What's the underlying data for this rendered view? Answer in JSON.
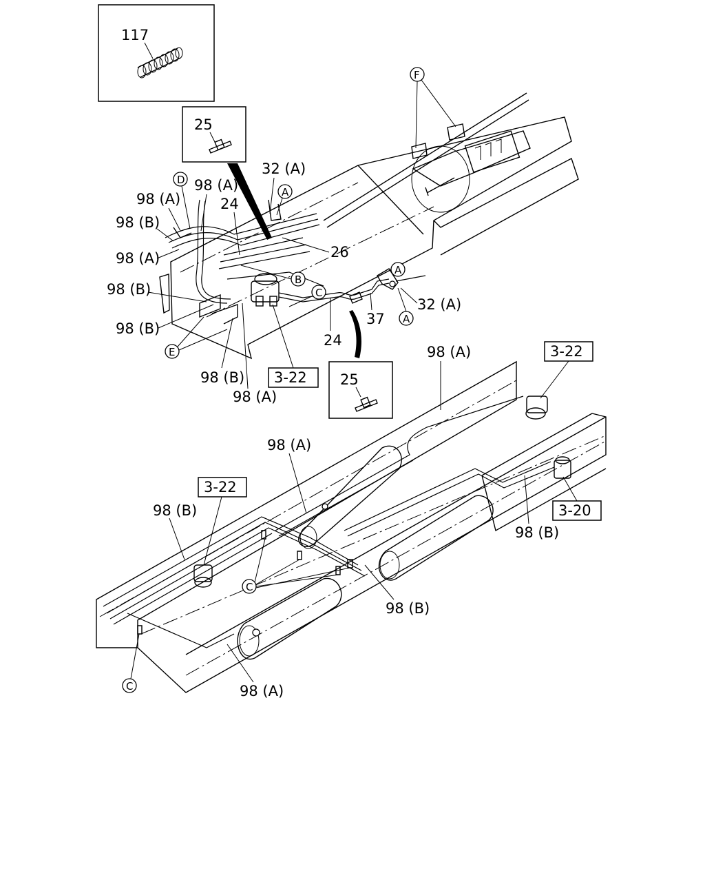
{
  "diagram": {
    "detail_boxes": [
      {
        "id": "box-117",
        "label": "117"
      },
      {
        "id": "box-25-top",
        "label": "25"
      },
      {
        "id": "box-25-mid",
        "label": "25"
      }
    ],
    "ref_boxes": [
      {
        "id": "ref-322-a",
        "label": "3-22"
      },
      {
        "id": "ref-322-b",
        "label": "3-22"
      },
      {
        "id": "ref-322-c",
        "label": "3-22"
      },
      {
        "id": "ref-320",
        "label": "3-20"
      }
    ],
    "part_labels": {
      "p32a_top": "32 (A)",
      "p98a_1": "98 (A)",
      "p98a_2": "98 (A)",
      "p98b_1": "98 (B)",
      "p98a_3": "98 (A)",
      "p98b_2": "98 (B)",
      "p98b_3": "98 (B)",
      "p98b_4": "98 (B)",
      "p98a_4": "98 (A)",
      "p24_top": "24",
      "p26": "26",
      "p37": "37",
      "p24_mid": "24",
      "p32a_mid": "32 (A)",
      "p98a_5": "98 (A)",
      "p98a_6": "98 (A)",
      "p98b_5": "98 (B)",
      "p98b_6": "98 (B)",
      "p98b_7": "98 (B)",
      "p98a_7": "98 (A)"
    },
    "callouts": {
      "c_a1": "A",
      "c_a2": "A",
      "c_a3": "A",
      "c_b": "B",
      "c_c1": "C",
      "c_c2": "C",
      "c_c3": "C",
      "c_d": "D",
      "c_e": "E",
      "c_f": "F"
    }
  }
}
